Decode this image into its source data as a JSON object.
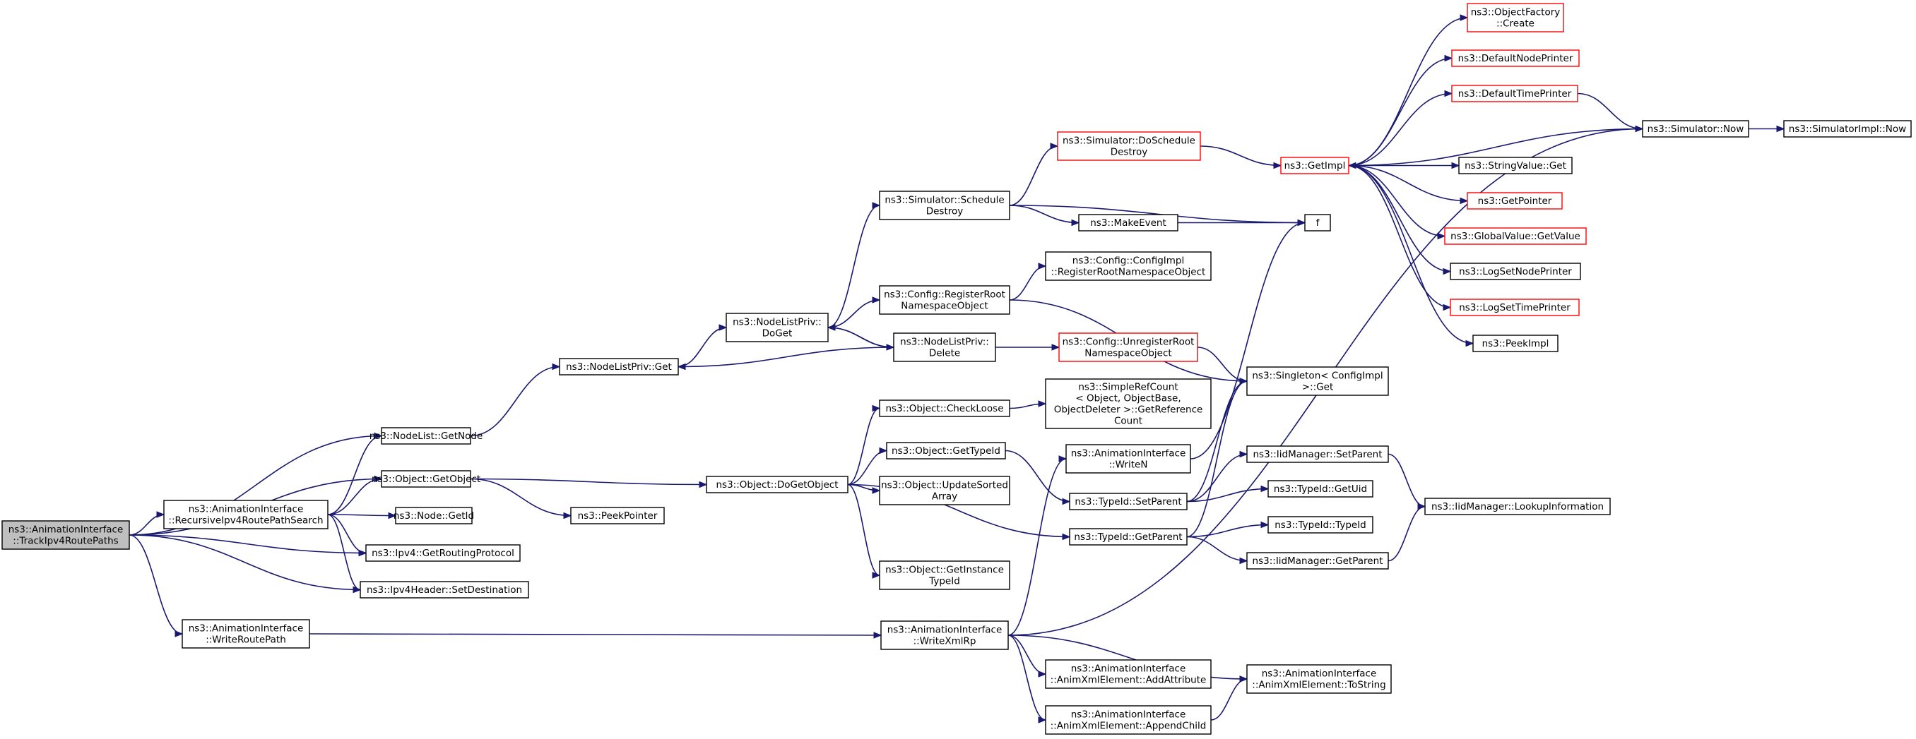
{
  "nodes": [
    {
      "id": "root",
      "lines": [
        "ns3::AnimationInterface",
        "::TrackIpv4RoutePaths"
      ],
      "style": "root"
    },
    {
      "id": "recursive",
      "lines": [
        "ns3::AnimationInterface",
        "::RecursiveIpv4RoutePathSearch"
      ]
    },
    {
      "id": "writeroutepath",
      "lines": [
        "ns3::AnimationInterface",
        "::WriteRoutePath"
      ]
    },
    {
      "id": "nodelist_getnode",
      "lines": [
        "ns3::NodeList::GetNode"
      ]
    },
    {
      "id": "object_getobject",
      "lines": [
        "ns3::Object::GetObject"
      ]
    },
    {
      "id": "node_getid",
      "lines": [
        "ns3::Node::GetId"
      ]
    },
    {
      "id": "ipv4_getrouting",
      "lines": [
        "ns3::Ipv4::GetRoutingProtocol"
      ]
    },
    {
      "id": "ipv4header_setdest",
      "lines": [
        "ns3::Ipv4Header::SetDestination"
      ]
    },
    {
      "id": "nodelistpriv_get",
      "lines": [
        "ns3::NodeListPriv::Get"
      ]
    },
    {
      "id": "peekpointer",
      "lines": [
        "ns3::PeekPointer"
      ]
    },
    {
      "id": "nodelistpriv_doget",
      "lines": [
        "ns3::NodeListPriv::",
        "DoGet"
      ]
    },
    {
      "id": "object_dogetobject",
      "lines": [
        "ns3::Object::DoGetObject"
      ]
    },
    {
      "id": "sim_scheduledestroy",
      "lines": [
        "ns3::Simulator::Schedule",
        "Destroy"
      ]
    },
    {
      "id": "config_registerroot",
      "lines": [
        "ns3::Config::RegisterRoot",
        "NamespaceObject"
      ]
    },
    {
      "id": "nodelistpriv_delete",
      "lines": [
        "ns3::NodeListPriv::",
        "Delete"
      ]
    },
    {
      "id": "object_checkloose",
      "lines": [
        "ns3::Object::CheckLoose"
      ]
    },
    {
      "id": "object_gettypeid",
      "lines": [
        "ns3::Object::GetTypeId"
      ]
    },
    {
      "id": "object_updatesorted",
      "lines": [
        "ns3::Object::UpdateSorted",
        "Array"
      ]
    },
    {
      "id": "object_getinstancetypeid",
      "lines": [
        "ns3::Object::GetInstance",
        "TypeId"
      ]
    },
    {
      "id": "writexmlrp",
      "lines": [
        "ns3::AnimationInterface",
        "::WriteXmlRp"
      ]
    },
    {
      "id": "sim_doscheduledestroy",
      "lines": [
        "ns3::Simulator::DoSchedule",
        "Destroy"
      ],
      "style": "red"
    },
    {
      "id": "makeevent",
      "lines": [
        "ns3::MakeEvent"
      ]
    },
    {
      "id": "configimpl_registerroot",
      "lines": [
        "ns3::Config::ConfigImpl",
        "::RegisterRootNamespaceObject"
      ]
    },
    {
      "id": "config_unregisterroot",
      "lines": [
        "ns3::Config::UnregisterRoot",
        "NamespaceObject"
      ],
      "style": "red"
    },
    {
      "id": "simplerefcount",
      "lines": [
        "ns3::SimpleRefCount",
        "< Object, ObjectBase,",
        "ObjectDeleter >::GetReference",
        "Count"
      ]
    },
    {
      "id": "writen",
      "lines": [
        "ns3::AnimationInterface",
        "::WriteN"
      ]
    },
    {
      "id": "typeid_setparent",
      "lines": [
        "ns3::TypeId::SetParent"
      ]
    },
    {
      "id": "typeid_getparent",
      "lines": [
        "ns3::TypeId::GetParent"
      ]
    },
    {
      "id": "addattribute",
      "lines": [
        "ns3::AnimationInterface",
        "::AnimXmlElement::AddAttribute"
      ]
    },
    {
      "id": "appendchild",
      "lines": [
        "ns3::AnimationInterface",
        "::AnimXmlElement::AppendChild"
      ]
    },
    {
      "id": "getimpl",
      "lines": [
        "ns3::GetImpl"
      ],
      "style": "red"
    },
    {
      "id": "f",
      "lines": [
        "f"
      ]
    },
    {
      "id": "singleton_get",
      "lines": [
        "ns3::Singleton< ConfigImpl",
        ">::Get"
      ]
    },
    {
      "id": "iidmanager_setparent",
      "lines": [
        "ns3::IidManager::SetParent"
      ]
    },
    {
      "id": "typeid_getuid",
      "lines": [
        "ns3::TypeId::GetUid"
      ]
    },
    {
      "id": "typeid_typeid",
      "lines": [
        "ns3::TypeId::TypeId"
      ]
    },
    {
      "id": "iidmanager_getparent",
      "lines": [
        "ns3::IidManager::GetParent"
      ]
    },
    {
      "id": "tostring",
      "lines": [
        "ns3::AnimationInterface",
        "::AnimXmlElement::ToString"
      ]
    },
    {
      "id": "objectfactory_create",
      "lines": [
        "ns3::ObjectFactory",
        "::Create"
      ],
      "style": "red"
    },
    {
      "id": "defaultnodeprinter",
      "lines": [
        "ns3::DefaultNodePrinter"
      ],
      "style": "red"
    },
    {
      "id": "defaulttimeprinter",
      "lines": [
        "ns3::DefaultTimePrinter"
      ],
      "style": "red"
    },
    {
      "id": "stringvalue_get",
      "lines": [
        "ns3::StringValue::Get"
      ]
    },
    {
      "id": "getpointer",
      "lines": [
        "ns3::GetPointer"
      ],
      "style": "red"
    },
    {
      "id": "globalvalue_getvalue",
      "lines": [
        "ns3::GlobalValue::GetValue"
      ],
      "style": "red"
    },
    {
      "id": "logsetnodeprinter",
      "lines": [
        "ns3::LogSetNodePrinter"
      ]
    },
    {
      "id": "logsettimeprinter",
      "lines": [
        "ns3::LogSetTimePrinter"
      ],
      "style": "red"
    },
    {
      "id": "peekimpl",
      "lines": [
        "ns3::PeekImpl"
      ]
    },
    {
      "id": "iidmanager_lookup",
      "lines": [
        "ns3::IidManager::LookupInformation"
      ]
    },
    {
      "id": "simulator_now",
      "lines": [
        "ns3::Simulator::Now"
      ]
    },
    {
      "id": "simulatorimpl_now",
      "lines": [
        "ns3::SimulatorImpl::Now"
      ]
    }
  ],
  "edges": [
    [
      "root",
      "recursive"
    ],
    [
      "root",
      "writeroutepath"
    ],
    [
      "root",
      "nodelist_getnode"
    ],
    [
      "root",
      "object_getobject"
    ],
    [
      "root",
      "ipv4_getrouting"
    ],
    [
      "root",
      "ipv4header_setdest"
    ],
    [
      "recursive",
      "nodelist_getnode"
    ],
    [
      "recursive",
      "object_getobject"
    ],
    [
      "recursive",
      "node_getid"
    ],
    [
      "recursive",
      "ipv4_getrouting"
    ],
    [
      "recursive",
      "ipv4header_setdest"
    ],
    [
      "writeroutepath",
      "writexmlrp"
    ],
    [
      "nodelist_getnode",
      "nodelistpriv_get"
    ],
    [
      "object_getobject",
      "object_dogetobject"
    ],
    [
      "object_getobject",
      "peekpointer"
    ],
    [
      "nodelistpriv_get",
      "nodelistpriv_doget"
    ],
    [
      "nodelistpriv_doget",
      "sim_scheduledestroy"
    ],
    [
      "nodelistpriv_doget",
      "config_registerroot"
    ],
    [
      "nodelistpriv_doget",
      "nodelistpriv_delete"
    ],
    [
      "nodelistpriv_delete",
      "nodelistpriv_get"
    ],
    [
      "nodelistpriv_delete",
      "nodelistpriv_doget"
    ],
    [
      "nodelistpriv_delete",
      "config_unregisterroot"
    ],
    [
      "object_dogetobject",
      "object_checkloose"
    ],
    [
      "object_dogetobject",
      "object_gettypeid"
    ],
    [
      "object_dogetobject",
      "object_updatesorted"
    ],
    [
      "object_dogetobject",
      "object_getinstancetypeid"
    ],
    [
      "object_dogetobject",
      "typeid_getparent"
    ],
    [
      "object_checkloose",
      "simplerefcount"
    ],
    [
      "object_gettypeid",
      "typeid_setparent"
    ],
    [
      "sim_scheduledestroy",
      "sim_doscheduledestroy"
    ],
    [
      "sim_scheduledestroy",
      "makeevent"
    ],
    [
      "sim_scheduledestroy",
      "f"
    ],
    [
      "sim_doscheduledestroy",
      "getimpl"
    ],
    [
      "makeevent",
      "f"
    ],
    [
      "config_registerroot",
      "configimpl_registerroot"
    ],
    [
      "config_registerroot",
      "singleton_get"
    ],
    [
      "config_unregisterroot",
      "singleton_get"
    ],
    [
      "writexmlrp",
      "writen"
    ],
    [
      "writexmlrp",
      "addattribute"
    ],
    [
      "writexmlrp",
      "appendchild"
    ],
    [
      "writexmlrp",
      "tostring"
    ],
    [
      "writexmlrp",
      "simulator_now"
    ],
    [
      "writen",
      "f"
    ],
    [
      "typeid_setparent",
      "singleton_get"
    ],
    [
      "typeid_setparent",
      "iidmanager_setparent"
    ],
    [
      "typeid_setparent",
      "typeid_getuid"
    ],
    [
      "typeid_getparent",
      "singleton_get"
    ],
    [
      "typeid_getparent",
      "typeid_typeid"
    ],
    [
      "typeid_getparent",
      "iidmanager_getparent"
    ],
    [
      "iidmanager_setparent",
      "iidmanager_lookup"
    ],
    [
      "iidmanager_getparent",
      "iidmanager_lookup"
    ],
    [
      "appendchild",
      "tostring"
    ],
    [
      "getimpl",
      "objectfactory_create"
    ],
    [
      "getimpl",
      "defaultnodeprinter"
    ],
    [
      "getimpl",
      "defaulttimeprinter"
    ],
    [
      "getimpl",
      "stringvalue_get"
    ],
    [
      "getimpl",
      "getpointer"
    ],
    [
      "getimpl",
      "globalvalue_getvalue"
    ],
    [
      "getimpl",
      "logsetnodeprinter"
    ],
    [
      "getimpl",
      "logsettimeprinter"
    ],
    [
      "getimpl",
      "peekimpl"
    ],
    [
      "defaulttimeprinter",
      "simulator_now"
    ],
    [
      "simulator_now",
      "getimpl"
    ],
    [
      "simulator_now",
      "simulatorimpl_now"
    ]
  ],
  "colors": {
    "edge": "#191970",
    "node_border": "#000000",
    "external_border": "#ff0000",
    "root_fill": "#bfbfbf",
    "background": "#ffffff"
  }
}
